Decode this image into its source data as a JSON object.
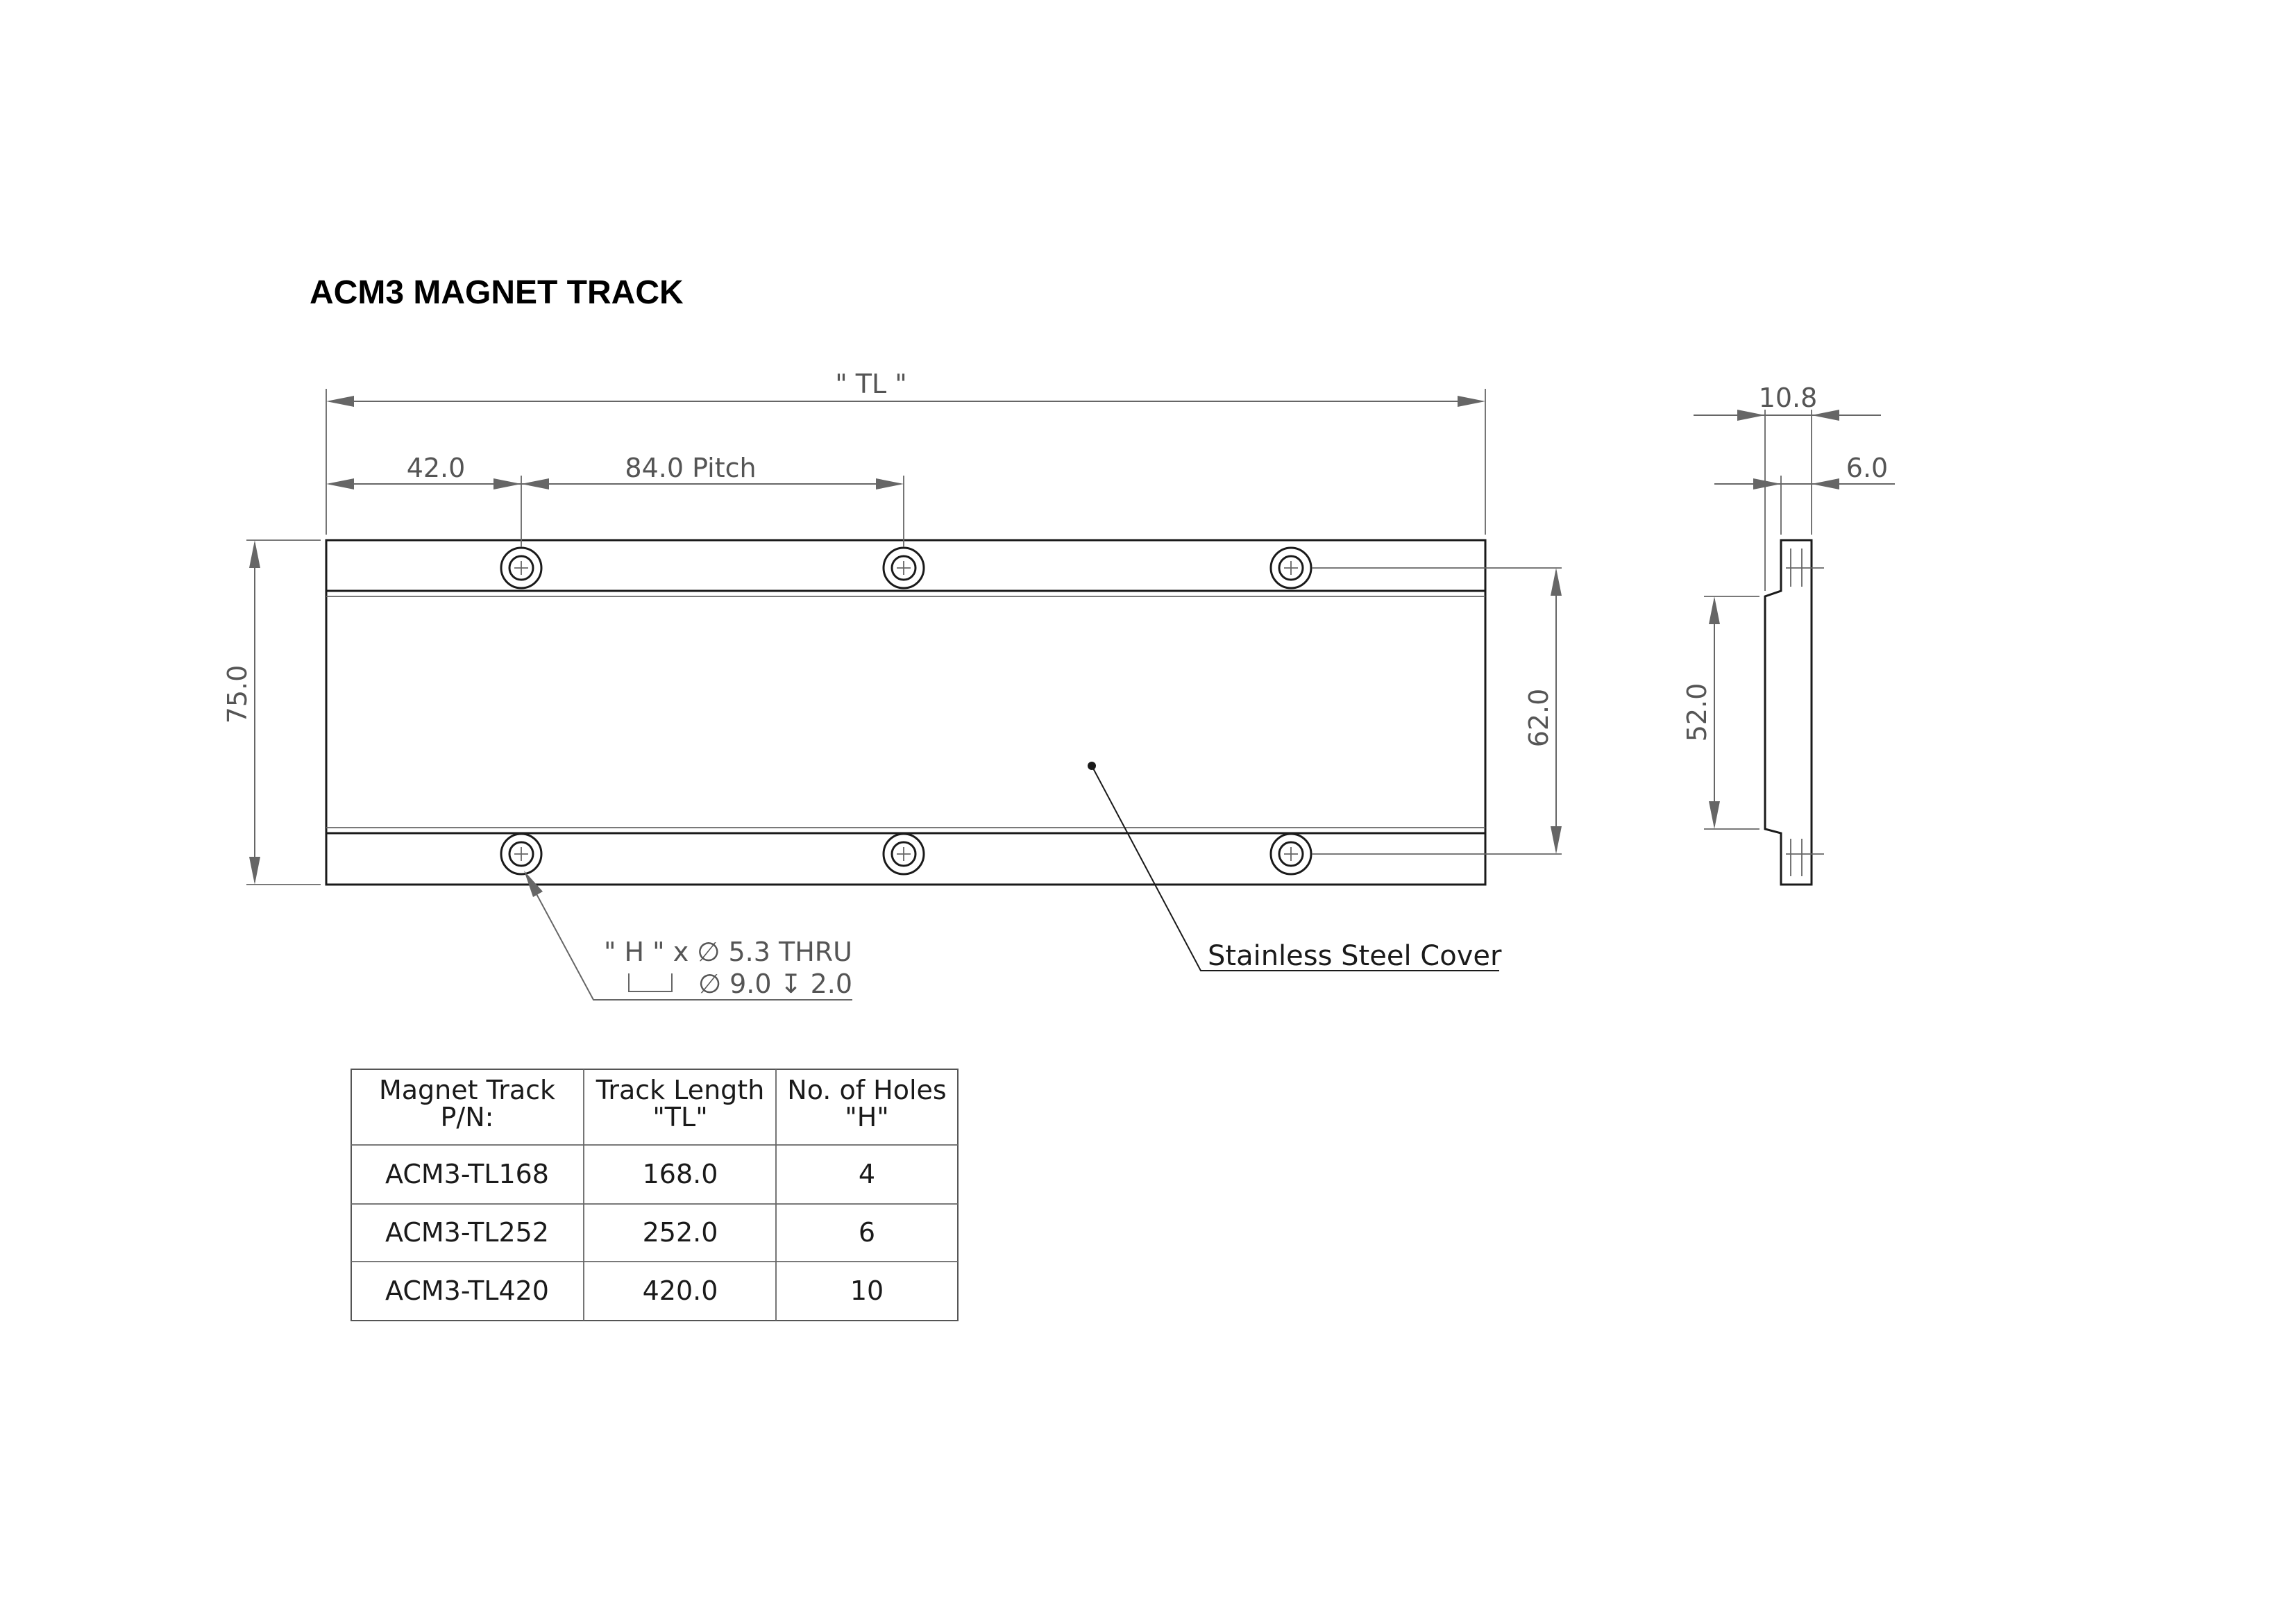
{
  "title": "ACM3  MAGNET TRACK",
  "dimensions": {
    "track_length": "\" TL \"",
    "first_hole_offset": "42.0",
    "pitch": "84.0 Pitch",
    "overall_width": "75.0",
    "hole_spacing": "62.0",
    "side_thickness": "10.8",
    "side_lip": "6.0",
    "side_height": "52.0"
  },
  "hole_note": {
    "line1": "\" H \" x ∅ 5.3 THRU",
    "line2": "∅ 9.0 ↧ 2.0"
  },
  "cover_label": "Stainless Steel Cover",
  "table": {
    "headers": [
      [
        "Magnet Track",
        "P/N:"
      ],
      [
        "Track Length",
        "\"TL\""
      ],
      [
        "No. of Holes",
        "\"H\""
      ]
    ],
    "rows": [
      [
        "ACM3-TL168",
        "168.0",
        "4"
      ],
      [
        "ACM3-TL252",
        "252.0",
        "6"
      ],
      [
        "ACM3-TL420",
        "420.0",
        "10"
      ]
    ]
  }
}
